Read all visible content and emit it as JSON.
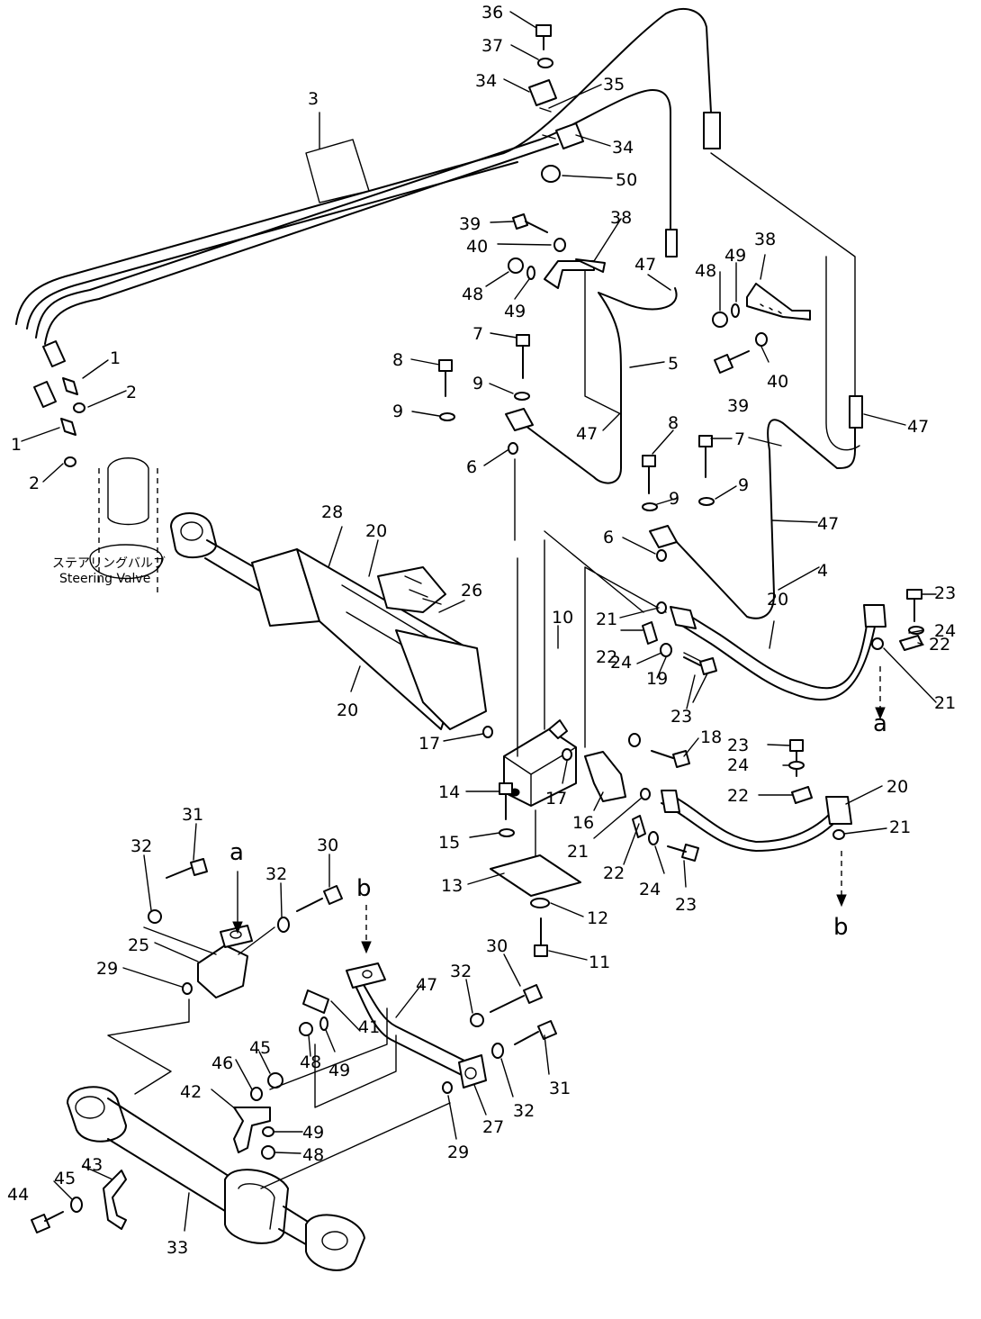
{
  "diagram": {
    "callouts": [
      {
        "id": "c36",
        "text": "36"
      },
      {
        "id": "c37",
        "text": "37"
      },
      {
        "id": "c34a",
        "text": "34"
      },
      {
        "id": "c35",
        "text": "35"
      },
      {
        "id": "c34b",
        "text": "34"
      },
      {
        "id": "c50",
        "text": "50"
      },
      {
        "id": "c3",
        "text": "3"
      },
      {
        "id": "c39a",
        "text": "39"
      },
      {
        "id": "c38a",
        "text": "38"
      },
      {
        "id": "c40a",
        "text": "40"
      },
      {
        "id": "c48a",
        "text": "48"
      },
      {
        "id": "c49a",
        "text": "49"
      },
      {
        "id": "c47a",
        "text": "47"
      },
      {
        "id": "c48b",
        "text": "48"
      },
      {
        "id": "c49b",
        "text": "49"
      },
      {
        "id": "c38b",
        "text": "38"
      },
      {
        "id": "c1a",
        "text": "1"
      },
      {
        "id": "c2a",
        "text": "2"
      },
      {
        "id": "c1b",
        "text": "1"
      },
      {
        "id": "c2b",
        "text": "2"
      },
      {
        "id": "c7a",
        "text": "7"
      },
      {
        "id": "c8a",
        "text": "8"
      },
      {
        "id": "c9a",
        "text": "9"
      },
      {
        "id": "c9b",
        "text": "9"
      },
      {
        "id": "c5",
        "text": "5"
      },
      {
        "id": "c39b",
        "text": "39"
      },
      {
        "id": "c40b",
        "text": "40"
      },
      {
        "id": "c47b",
        "text": "47"
      },
      {
        "id": "c47c",
        "text": "47"
      },
      {
        "id": "c6a",
        "text": "6"
      },
      {
        "id": "c8b",
        "text": "8"
      },
      {
        "id": "c7b",
        "text": "7"
      },
      {
        "id": "c9c",
        "text": "9"
      },
      {
        "id": "c9d",
        "text": "9"
      },
      {
        "id": "c47d",
        "text": "47"
      },
      {
        "id": "c28",
        "text": "28"
      },
      {
        "id": "c20a",
        "text": "20"
      },
      {
        "id": "c6b",
        "text": "6"
      },
      {
        "id": "c4",
        "text": "4"
      },
      {
        "id": "c26",
        "text": "26"
      },
      {
        "id": "c23a",
        "text": "23"
      },
      {
        "id": "c20b",
        "text": "20"
      },
      {
        "id": "c21a",
        "text": "21"
      },
      {
        "id": "c24a",
        "text": "24"
      },
      {
        "id": "c10",
        "text": "10"
      },
      {
        "id": "c22a",
        "text": "22"
      },
      {
        "id": "c22b",
        "text": "22"
      },
      {
        "id": "c24b",
        "text": "24"
      },
      {
        "id": "c21b",
        "text": "21"
      },
      {
        "id": "c20c",
        "text": "20"
      },
      {
        "id": "c19",
        "text": "19"
      },
      {
        "id": "c23b",
        "text": "23"
      },
      {
        "id": "c17a",
        "text": "17"
      },
      {
        "id": "c18",
        "text": "18"
      },
      {
        "id": "c23c",
        "text": "23"
      },
      {
        "id": "c24c",
        "text": "24"
      },
      {
        "id": "c14",
        "text": "14"
      },
      {
        "id": "c17b",
        "text": "17"
      },
      {
        "id": "c22c",
        "text": "22"
      },
      {
        "id": "c20d",
        "text": "20"
      },
      {
        "id": "c16",
        "text": "16"
      },
      {
        "id": "c15",
        "text": "15"
      },
      {
        "id": "c21c",
        "text": "21"
      },
      {
        "id": "c21d",
        "text": "21"
      },
      {
        "id": "c31a",
        "text": "31"
      },
      {
        "id": "c32a",
        "text": "32"
      },
      {
        "id": "c30a",
        "text": "30"
      },
      {
        "id": "c13",
        "text": "13"
      },
      {
        "id": "c22d",
        "text": "22"
      },
      {
        "id": "c24d",
        "text": "24"
      },
      {
        "id": "c23d",
        "text": "23"
      },
      {
        "id": "c32b",
        "text": "32"
      },
      {
        "id": "c12",
        "text": "12"
      },
      {
        "id": "c25",
        "text": "25"
      },
      {
        "id": "c11",
        "text": "11"
      },
      {
        "id": "c30b",
        "text": "30"
      },
      {
        "id": "c29a",
        "text": "29"
      },
      {
        "id": "c47e",
        "text": "47"
      },
      {
        "id": "c32c",
        "text": "32"
      },
      {
        "id": "c46",
        "text": "46"
      },
      {
        "id": "c45a",
        "text": "45"
      },
      {
        "id": "c41",
        "text": "41"
      },
      {
        "id": "c49c",
        "text": "49"
      },
      {
        "id": "c48c",
        "text": "48"
      },
      {
        "id": "c31b",
        "text": "31"
      },
      {
        "id": "c42",
        "text": "42"
      },
      {
        "id": "c49d",
        "text": "49"
      },
      {
        "id": "c48d",
        "text": "48"
      },
      {
        "id": "c32d",
        "text": "32"
      },
      {
        "id": "c27",
        "text": "27"
      },
      {
        "id": "c29b",
        "text": "29"
      },
      {
        "id": "c43",
        "text": "43"
      },
      {
        "id": "c45b",
        "text": "45"
      },
      {
        "id": "c44",
        "text": "44"
      },
      {
        "id": "c33",
        "text": "33"
      }
    ],
    "markers": {
      "a_top": "a",
      "b_top": "b",
      "a_bottom": "a",
      "b_bottom": "b"
    },
    "steering_valve": {
      "label_jp": "ステアリングバルブ",
      "label_en": "Steering Valve"
    }
  }
}
